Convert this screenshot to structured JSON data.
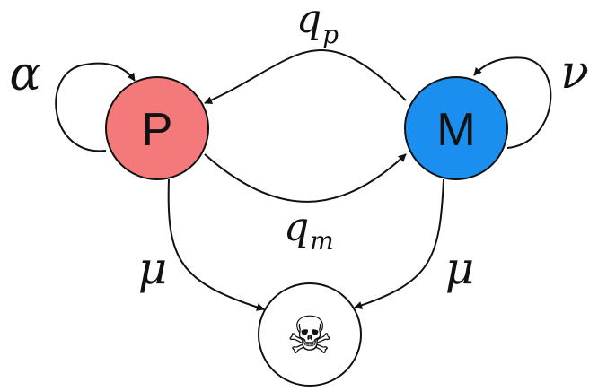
{
  "nodes": {
    "p": {
      "label": "P",
      "color": "#f4797b"
    },
    "m": {
      "label": "M",
      "color": "#1a8ff0"
    },
    "death": {
      "icon": "skull-and-crossbones-icon",
      "glyph": "☠",
      "color": "#ffffff"
    }
  },
  "rates": {
    "alpha": "α",
    "nu": "ν",
    "mu_left": "μ",
    "mu_right": "μ",
    "qp": {
      "base": "q",
      "sub": "p"
    },
    "qm": {
      "base": "q",
      "sub": "m"
    }
  }
}
